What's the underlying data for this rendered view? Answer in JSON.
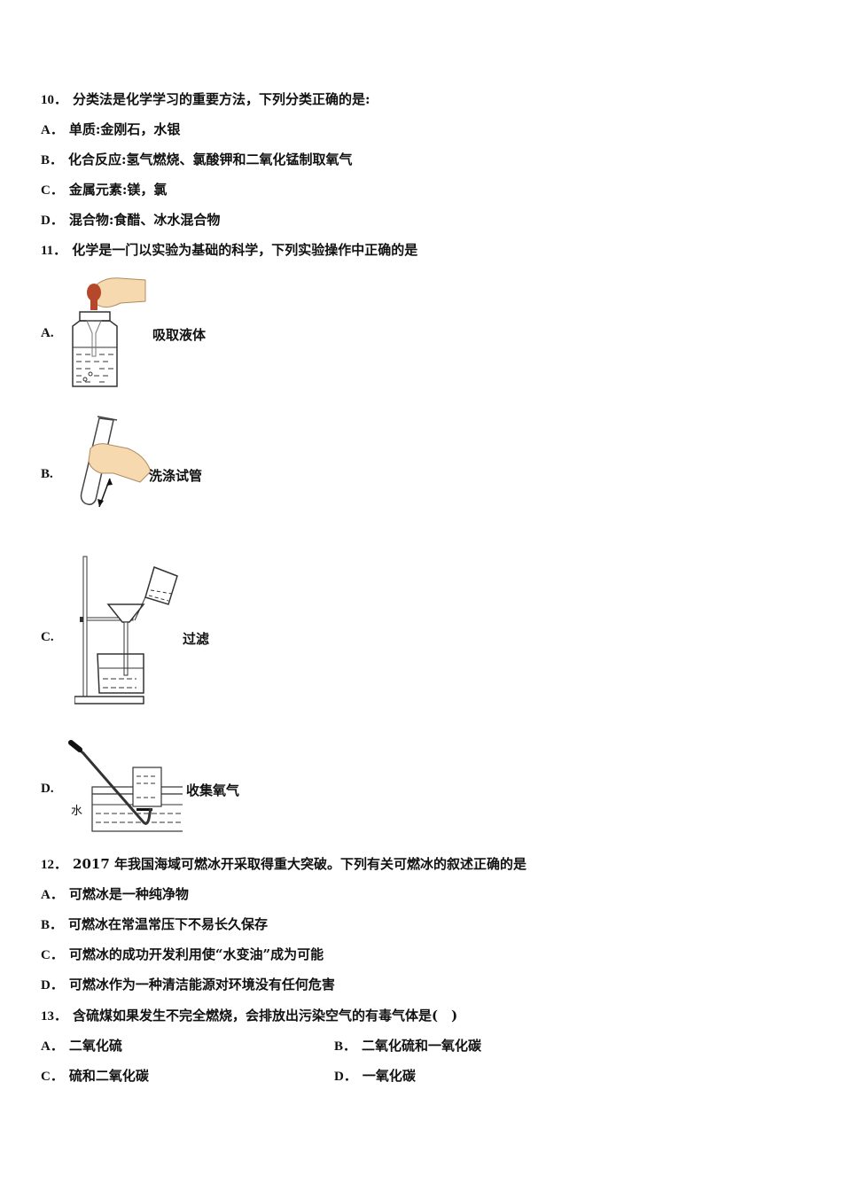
{
  "questions": [
    {
      "number": "10．",
      "stem": "分类法是化学学习的重要方法，下列分类正确的是:",
      "options": [
        {
          "letter": "A．",
          "text": "单质:金刚石，水银"
        },
        {
          "letter": "B．",
          "text": "化合反应:氢气燃烧、氯酸钾和二氧化锰制取氧气"
        },
        {
          "letter": "C．",
          "text": "金属元素:镁，氯"
        },
        {
          "letter": "D．",
          "text": "混合物:食醋、冰水混合物"
        }
      ]
    },
    {
      "number": "11．",
      "stem": "化学是一门以实验为基础的科学，下列实验操作中正确的是",
      "options": [
        {
          "letter": "A.",
          "caption": "吸取液体",
          "figure": "dropper-in-reagent-bottle"
        },
        {
          "letter": "B.",
          "caption": "洗涤试管",
          "figure": "hand-shaking-test-tube"
        },
        {
          "letter": "C.",
          "caption": "过滤",
          "figure": "filtration-apparatus"
        },
        {
          "letter": "D.",
          "caption": "收集氧气",
          "figure": "water-displacement-gas-collection",
          "figure_label": "水"
        }
      ]
    },
    {
      "number": "12．",
      "stem": "2017 年我国海域可燃冰开采取得重大突破。下列有关可燃冰的叙述正确的是",
      "options": [
        {
          "letter": "A．",
          "text": "可燃冰是一种纯净物"
        },
        {
          "letter": "B．",
          "text": "可燃冰在常温常压下不易长久保存"
        },
        {
          "letter": "C．",
          "text": "可燃冰的成功开发利用使“水变油”成为可能"
        },
        {
          "letter": "D．",
          "text": "可燃冰作为一种清洁能源对环境没有任何危害"
        }
      ]
    },
    {
      "number": "13．",
      "stem": "含硫煤如果发生不完全燃烧，会排放出污染空气的有毒气体是(　)",
      "options": [
        {
          "letter": "A．",
          "text": "二氧化硫"
        },
        {
          "letter": "B．",
          "text": "二氧化硫和一氧化碳"
        },
        {
          "letter": "C．",
          "text": "硫和二氧化碳"
        },
        {
          "letter": "D．",
          "text": "一氧化碳"
        }
      ]
    }
  ]
}
